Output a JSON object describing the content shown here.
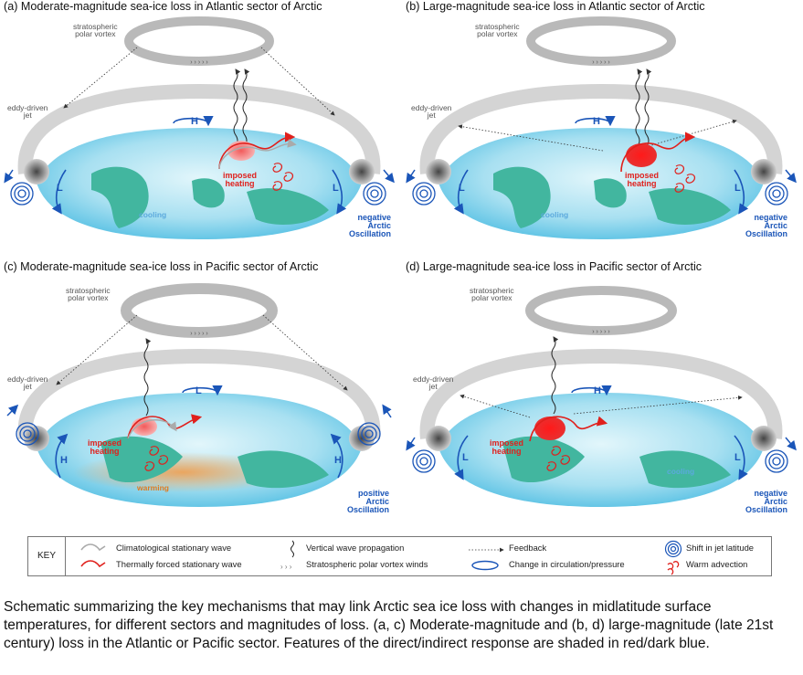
{
  "colors": {
    "red": "#e0201c",
    "blue": "#1a55b8",
    "grey": "#b9b9b9",
    "ocean": "#aee3f2",
    "land": "#42b69f",
    "warm": "#f0a352"
  },
  "panels": {
    "a": {
      "title": "(a) Moderate-magnitude sea-ice loss in Atlantic sector of Arctic",
      "vortex": "stratospheric\npolar vortex",
      "jet": "eddy-driven\njet",
      "heating": "imposed\nheating",
      "temp": "cooling",
      "center_letter": "H",
      "side_letter": "L",
      "oscillation": "negative\nArctic\nOscillation"
    },
    "b": {
      "title": "(b) Large-magnitude sea-ice loss in Atlantic sector of Arctic",
      "vortex": "stratospheric\npolar vortex",
      "jet": "eddy-driven\njet",
      "heating": "imposed\nheating",
      "temp": "cooling",
      "center_letter": "H",
      "side_letter": "L",
      "oscillation": "negative\nArctic\nOscillation"
    },
    "c": {
      "title": "(c) Moderate-magnitude sea-ice loss in Pacific sector of Arctic",
      "vortex": "stratospheric\npolar vortex",
      "jet": "eddy-driven\njet",
      "heating": "imposed\nheating",
      "temp": "warming",
      "center_letter": "L",
      "side_letter": "H",
      "oscillation": "positive\nArctic\nOscillation"
    },
    "d": {
      "title": "(d) Large-magnitude sea-ice loss in Pacific sector of Arctic",
      "vortex": "stratospheric\npolar vortex",
      "jet": "eddy-driven\njet",
      "heating": "imposed\nheating",
      "temp": "cooling",
      "center_letter": "H",
      "side_letter": "L",
      "oscillation": "negative\nArctic\nOscillation"
    }
  },
  "key": {
    "label": "KEY",
    "items": [
      "Climatological stationary wave",
      "Thermally forced stationary wave",
      "Vertical wave propagation",
      "Stratospheric polar vortex winds",
      "Feedback",
      "Change in circulation/pressure",
      "Shift in jet latitude",
      "Warm advection"
    ]
  },
  "caption": "Schematic summarizing the key mechanisms that may link Arctic sea ice loss with changes in midlatitude surface temperatures, for different sectors and magnitudes of loss. (a, c) Moderate-magnitude and (b, d) large-magnitude (late 21st century) loss in the Atlantic or Pacific sector. Features of the direct/indirect response are shaded in red/dark blue."
}
